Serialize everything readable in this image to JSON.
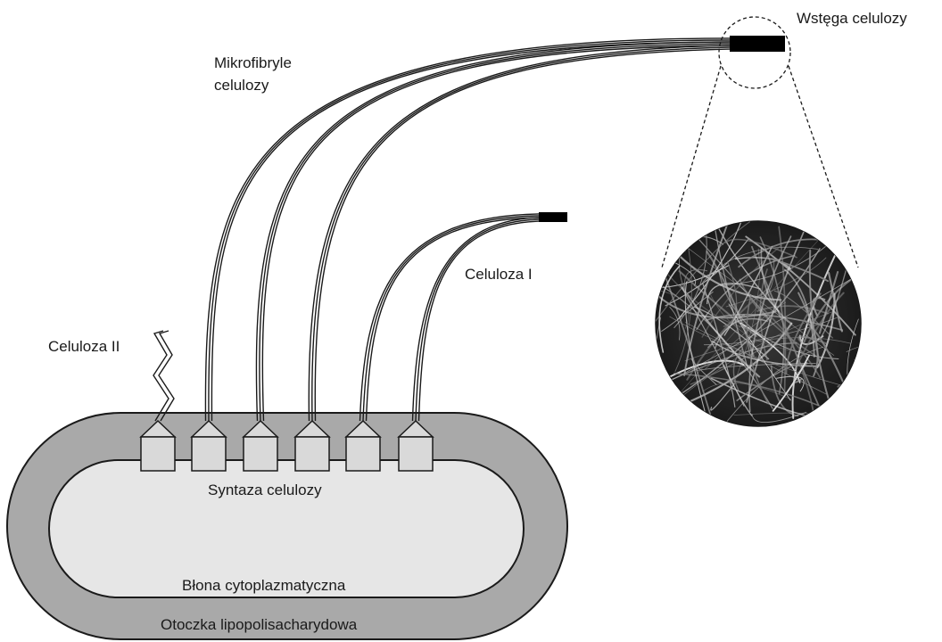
{
  "labels": {
    "microfibrils_line1": "Mikrofibryle",
    "microfibrils_line2": "celulozy",
    "ribbon": "Wstęga celulozy",
    "cellulose_1": "Celuloza I",
    "cellulose_2": "Celuloza II",
    "synthase": "Syntaza celulozy",
    "membrane": "Błona cytoplazmatyczna",
    "envelope": "Otoczka lipopolisacharydowa"
  },
  "colors": {
    "outer_envelope": "#a9a9a9",
    "inner_cell": "#e6e6e6",
    "synthase_box": "#d9d9d9",
    "outline": "#1a1a1a",
    "ribbon": "#000000"
  }
}
